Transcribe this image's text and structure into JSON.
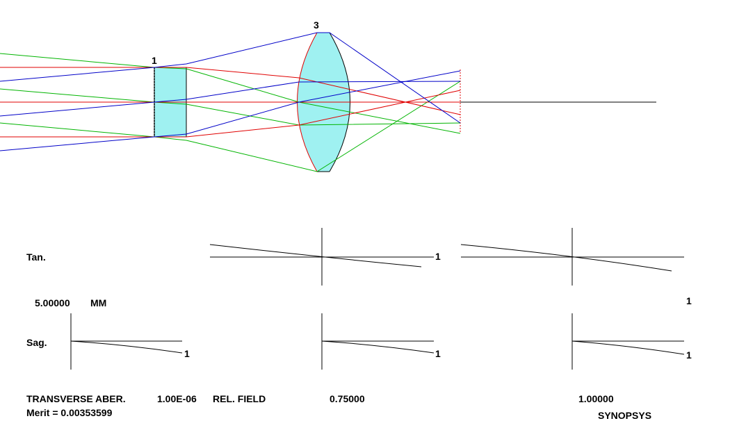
{
  "lens_labels": {
    "surface_1": "1",
    "surface_3": "3"
  },
  "fan_labels": {
    "tan": "Tan.",
    "sag": "Sag.",
    "scale_value": "5.00000",
    "scale_unit": "MM",
    "wavelength_marker": "1"
  },
  "footer": {
    "plot_type": "TRANSVERSE ABER.",
    "exponent": "1.00E-06",
    "rel_field_label": "REL. FIELD",
    "field_1": "0.75000",
    "field_2": "1.00000",
    "merit": "Merit = 0.00353599",
    "brand": "SYNOPSYS"
  },
  "colors": {
    "glass": "#9ff1f1",
    "ray_blue": "#0000c8",
    "ray_green": "#00b400",
    "ray_red": "#e00000",
    "axis": "#000000"
  }
}
